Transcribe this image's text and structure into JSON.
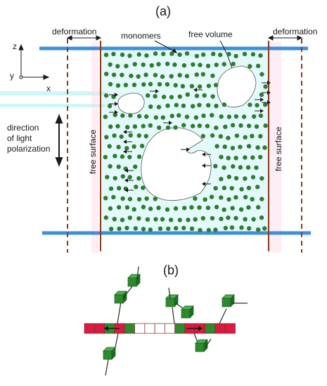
{
  "panel_a": {
    "label": "(a)",
    "deformation_left": "deformation",
    "deformation_right": "deformation",
    "monomers": "monomers",
    "free_volume": "free volume",
    "free_surface_left": "free surface",
    "free_surface_right": "free surface",
    "direction_line1": "direction",
    "direction_line2": "of light",
    "direction_line3": "polarization",
    "axis_z": "z",
    "axis_y": "y",
    "axis_x": "x"
  },
  "panel_b": {
    "label": "(b)"
  },
  "colors": {
    "monomer": "#2e7d32",
    "plate": "#3d8fe0",
    "free_surface": "#8b3a1a",
    "deformation_line": "#8b3a1a",
    "highlight": "#a8f0f0",
    "red_block": "#d81b40",
    "green_block": "#2f8a2f"
  }
}
